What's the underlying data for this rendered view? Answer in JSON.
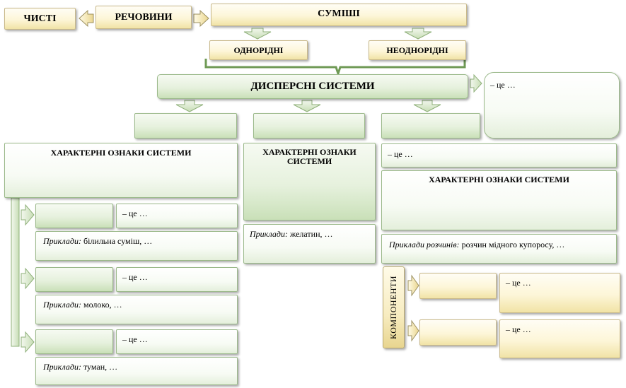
{
  "top": {
    "pure": "ЧИСТІ",
    "substances": "РЕЧОВИНИ",
    "mixtures": "СУМІШІ",
    "homogeneous": "ОДНОРІДНІ",
    "heterogeneous": "НЕОДНОРІДНІ",
    "disperse_systems": "ДИСПЕРСНІ СИСТЕМИ",
    "definition": "– це …"
  },
  "left": {
    "features_title": "ХАРАКТЕРНІ ОЗНАКИ СИСТЕМИ",
    "items": [
      {
        "definition": "– це …",
        "examples_label": "Приклади:",
        "examples_text": " білильна суміш, …"
      },
      {
        "definition": "– це …",
        "examples_label": "Приклади:",
        "examples_text": " молоко, …"
      },
      {
        "definition": "– це …",
        "examples_label": "Приклади:",
        "examples_text": " туман, …"
      }
    ]
  },
  "middle": {
    "features_title": "ХАРАКТЕРНІ ОЗНАКИ СИСТЕМИ",
    "examples_label": "Приклади:",
    "examples_text": " желатин, …"
  },
  "right": {
    "definition": "– це …",
    "features_title": "ХАРАКТЕРНІ ОЗНАКИ СИСТЕМИ",
    "examples_label": "Приклади розчинів:",
    "examples_text": " розчин мідного купоросу, …",
    "components_label": "КОМПОНЕНТИ",
    "components": [
      {
        "definition": "– це …"
      },
      {
        "definition": "– це …"
      }
    ]
  }
}
